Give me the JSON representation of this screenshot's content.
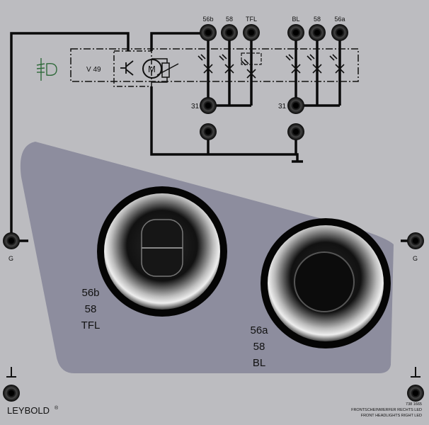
{
  "terminals_top": [
    "56b",
    "58",
    "TFL",
    "BL",
    "58",
    "56a"
  ],
  "ground_terminal_label": "31",
  "module_label": "V 49",
  "motor_label": "M",
  "ground_jack_label": "G",
  "lamp_left_labels": [
    "56b",
    "58",
    "TFL"
  ],
  "lamp_right_labels": [
    "56a",
    "58",
    "BL"
  ],
  "brand": "LEYBOLD",
  "brand_mark": "®",
  "product_number": "738 1665",
  "product_name_de": "FRONTSCHEINWERFER RECHTS LED",
  "product_name_en": "FRONT HEADLIGHTS RIGHT LED",
  "colors": {
    "panel": "#bcbcc0",
    "shape": "#8d8d9e",
    "wire": "#0a0a0a",
    "headlight_symbol": "#2f6a3a"
  }
}
